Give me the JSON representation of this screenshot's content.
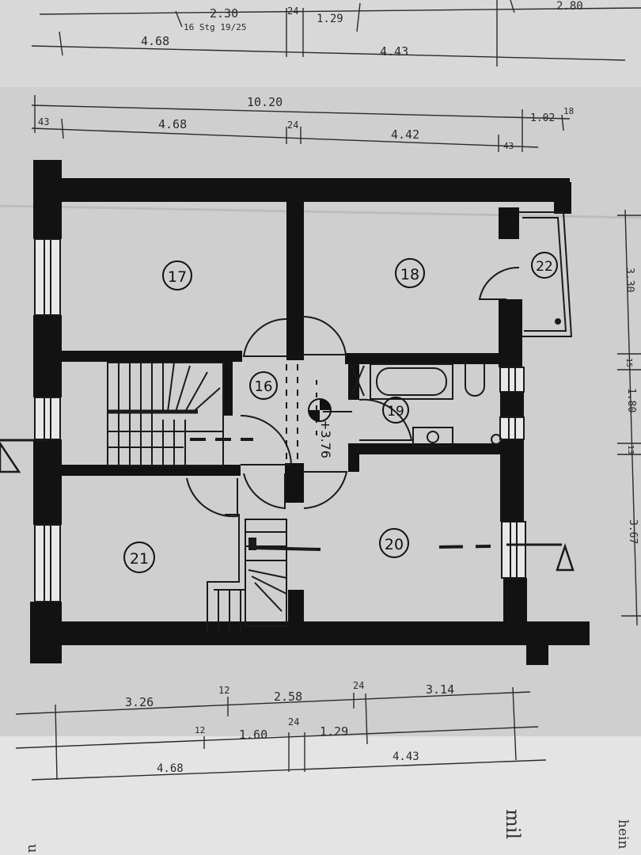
{
  "colors": {
    "paper": "#d4d4d4",
    "paper_light": "#e6e6e6",
    "wall": "#121212",
    "line": "#2a2a2a"
  },
  "rooms": [
    "17",
    "18",
    "16",
    "19",
    "20",
    "21",
    "22"
  ],
  "elevation": "+3.76",
  "dims_top_prev_row1": [
    "2.30",
    "24",
    "1.29",
    "2.80"
  ],
  "stair_note": "16 Stg 19/25",
  "dims_top_prev_row2": [
    "4.68",
    "4.43"
  ],
  "dims_top_total": "10.20",
  "dims_top_row": [
    "43",
    "4.68",
    "24",
    "4.42",
    "43",
    "1.02",
    "18"
  ],
  "dims_right": [
    "3.30",
    "15",
    "1.80",
    "13",
    "3.67"
  ],
  "dims_bottom_row1": [
    "3.26",
    "12",
    "2.58",
    "24",
    "3.14"
  ],
  "dims_bottom_row2": [
    "12",
    "1.60",
    "24",
    "1.29"
  ],
  "dims_bottom_row3": [
    "4.68",
    "4.43"
  ],
  "margin_text": [
    "mil",
    "hein",
    "u"
  ]
}
